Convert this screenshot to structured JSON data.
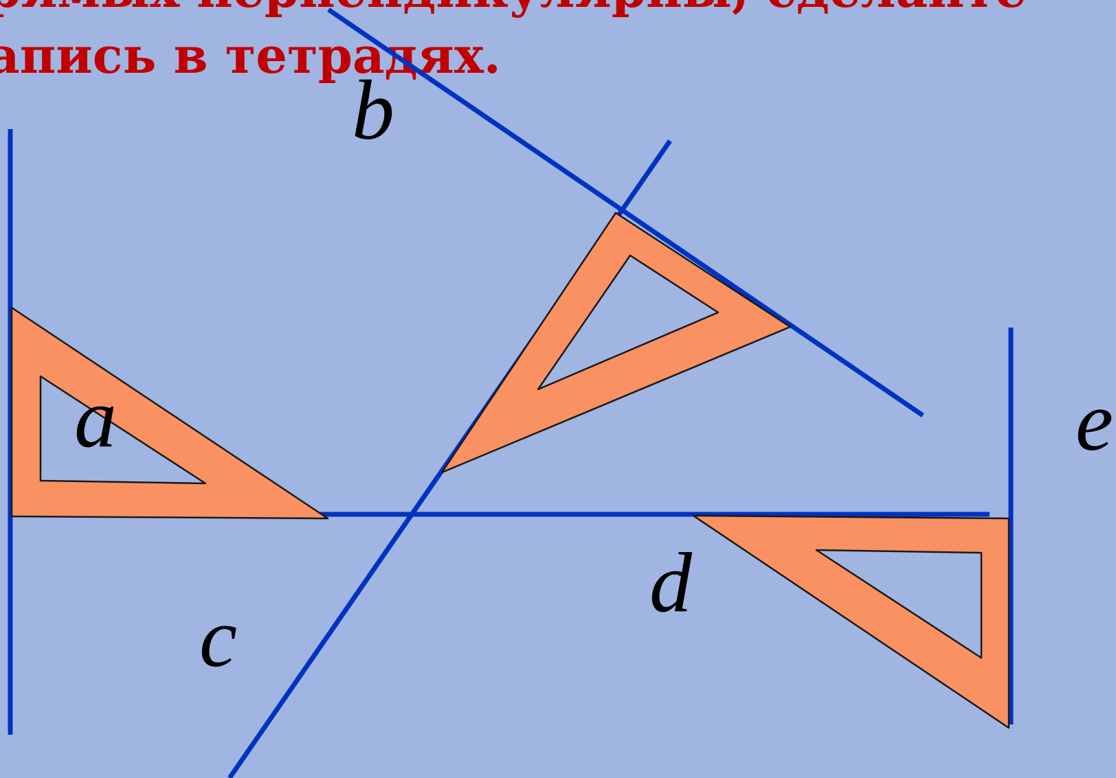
{
  "heading": {
    "line1": "рямых перпендикулярны, сделайте",
    "line2": "апись в тетрадях.",
    "color": "#c00000"
  },
  "labels": {
    "a": "a",
    "b": "b",
    "c": "c",
    "d": "d",
    "e": "e"
  },
  "colors": {
    "background": "#a1b5e2",
    "line": "#0033c0",
    "set_square_fill": "#f99162",
    "set_square_outline": "#1a1a1a",
    "label_text": "#000000"
  }
}
